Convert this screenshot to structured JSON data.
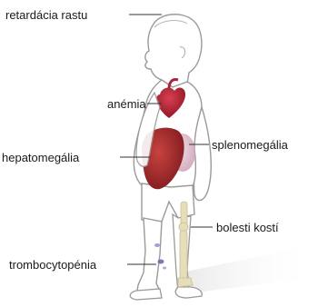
{
  "labels": {
    "growth": "retardácia rastu",
    "anemia": "anémia",
    "hepatomegaly": "hepatomegália",
    "splenomegaly": "splenomegália",
    "bone_pain": "bolesti kostí",
    "thrombocytopenia": "trombocytopénia"
  },
  "colors": {
    "outline": "#9a9a9a",
    "heart": "#b4212f",
    "liver": "#9b2628",
    "spleen": "#d9b4c3",
    "bone": "#e6deba",
    "bruise": "#7c7ab8",
    "shadow": "#dcdcdc"
  }
}
